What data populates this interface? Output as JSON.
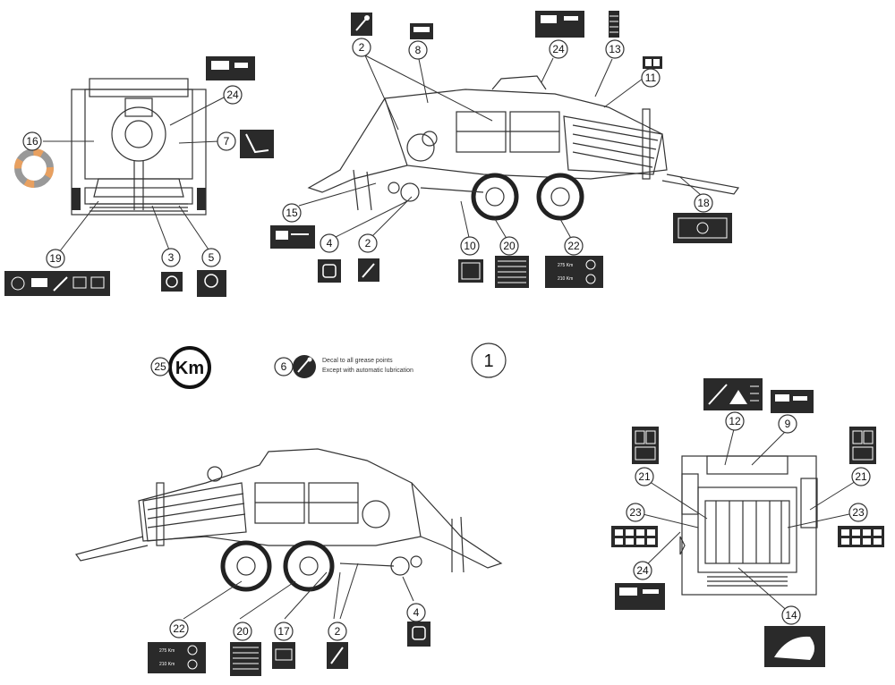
{
  "figure_number": "1",
  "grease_note": {
    "line1": "Decal to all grease points",
    "line2": "Except with automatic lubrication"
  },
  "km_sign_text": "Km",
  "tire_pressure_text": {
    "line1": "275 Km",
    "line2": "210 Km"
  },
  "callouts": {
    "c2": "2",
    "c3": "3",
    "c4": "4",
    "c5": "5",
    "c6": "6",
    "c7": "7",
    "c8": "8",
    "c9": "9",
    "c10": "10",
    "c11": "11",
    "c12": "12",
    "c13": "13",
    "c14": "14",
    "c15": "15",
    "c16": "16",
    "c17": "17",
    "c18": "18",
    "c19": "19",
    "c20": "20",
    "c21": "21",
    "c22": "22",
    "c23": "23",
    "c24": "24",
    "c25": "25"
  }
}
